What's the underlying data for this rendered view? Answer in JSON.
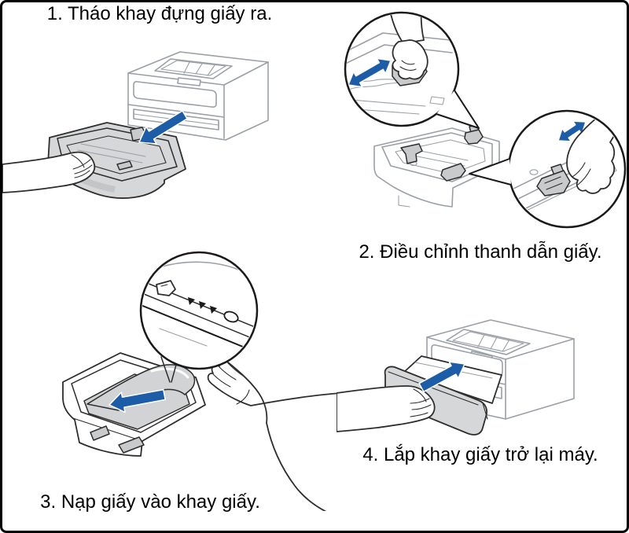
{
  "figure": {
    "type": "printer-paper-loading-instructions",
    "language": "vi"
  },
  "colors": {
    "accent_blue": "#1d5ca7",
    "line_gray": "#9aa0a6",
    "dark_line": "#2e2e2e",
    "tray_fill": "#d6d7d8",
    "paper_fill": "#d2d3d4",
    "border": "#000000",
    "background": "#ffffff"
  },
  "steps": [
    {
      "id": 1,
      "caption": "1. Tháo khay đựng giấy ra.",
      "illustration": "printer-with-tray-removed"
    },
    {
      "id": 2,
      "caption": "2. Điều chỉnh thanh dẫn giấy.",
      "illustration": "tray-with-guide-adjustment-callouts"
    },
    {
      "id": 3,
      "caption": "3. Nạp giấy vào khay giấy.",
      "illustration": "loading-paper-into-tray"
    },
    {
      "id": 4,
      "caption": "4. Lắp khay giấy trở lại máy.",
      "illustration": "inserting-tray-into-printer"
    }
  ],
  "icons": [
    {
      "name": "pull-out-arrow-icon",
      "shape": "solid-blue-arrow"
    },
    {
      "name": "adjust-width-arrow-icon",
      "shape": "blue-double-arrow"
    },
    {
      "name": "adjust-length-arrow-icon",
      "shape": "blue-double-arrow"
    },
    {
      "name": "insert-paper-arrow-icon",
      "shape": "solid-blue-arrow"
    },
    {
      "name": "push-in-arrow-icon",
      "shape": "solid-blue-arrow"
    },
    {
      "name": "max-fill-marks-icon",
      "shape": "three-down-triangles"
    }
  ]
}
